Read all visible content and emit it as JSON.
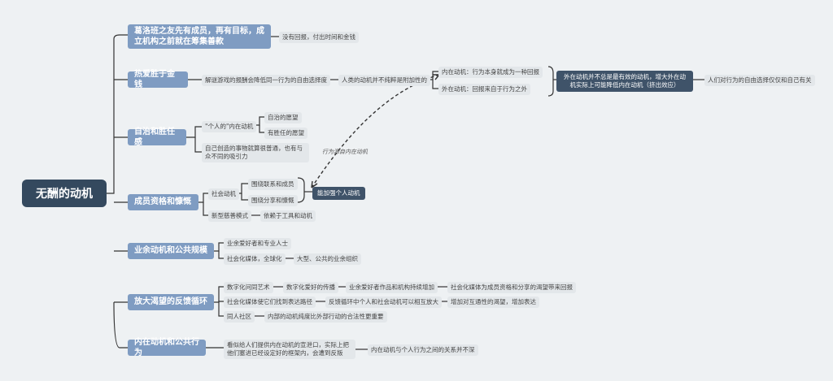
{
  "root": "无酬的动机",
  "topics": [
    {
      "label": "葛洛班之友先有成员，再有目标，成立机构之前就在筹集善款"
    },
    {
      "label": "热爱胜于金钱"
    },
    {
      "label": "自治和胜任感"
    },
    {
      "label": "成员资格和慷慨"
    },
    {
      "label": "业余动机和公共规模"
    },
    {
      "label": "放大渴望的反馈循环"
    },
    {
      "label": "内在动机和公共行为"
    }
  ],
  "subs": {
    "t1_a": "没有回报，付出时间和金钱",
    "t2_a": "解谜游戏的报酬会降低同一行为的自由选择度",
    "t2_b": "人类的动机并不纯粹是附加性的",
    "t2_c": "内在动机：行为本身就成为一种回报",
    "t2_d": "外在动机：回报来自于行为之外",
    "t2_e": "外在动机并不总是最有效的动机，增大外在动机实际上可能降低内在动机（挤出效应）",
    "t2_f": "人们对行为的自由选择仅仅和自己有关",
    "t3_a": "\"个人的\"内在动机",
    "t3_a1": "自治的愿望",
    "t3_a2": "有胜任的愿望",
    "t3_b": "自己创造的事物就算很普通，也有与众不同的吸引力",
    "t4_a": "社会动机",
    "t4_a1": "围绕联系和成员",
    "t4_a2": "围绕分享和慷慨",
    "t4_a3": "能加强个人动机",
    "t4_b": "新型慈善模式",
    "t4_b1": "依赖于工具和动机",
    "t5_a": "业余爱好者和专业人士",
    "t5_b": "社会化媒体，全球化",
    "t5_b1": "大型、公共的业余组织",
    "t6_a": "数字化问同艺术",
    "t6_a1": "数字化爱好的传播",
    "t6_a2": "业余爱好者作品和机构持续增加",
    "t6_a3": "社会化媒体为成员资格和分享的渴望带来回报",
    "t6_b": "社会化媒体使它们找到表达路径",
    "t6_b1": "反馈循环中个人和社会动机可以相互放大",
    "t6_b2": "增加对互通性的渴望，增加表达",
    "t6_c": "同人社区",
    "t6_c1": "内部的动机纯度比外部行动的合法性更重要",
    "t7_a": "看似给人们提供内在动机的宣泄口，实际上把他们塞进已经设定好的框架内，会遭到反叛",
    "t7_b": "内在动机与个人行为之间的关系并不深"
  },
  "annotation": "行为源自内在动机"
}
